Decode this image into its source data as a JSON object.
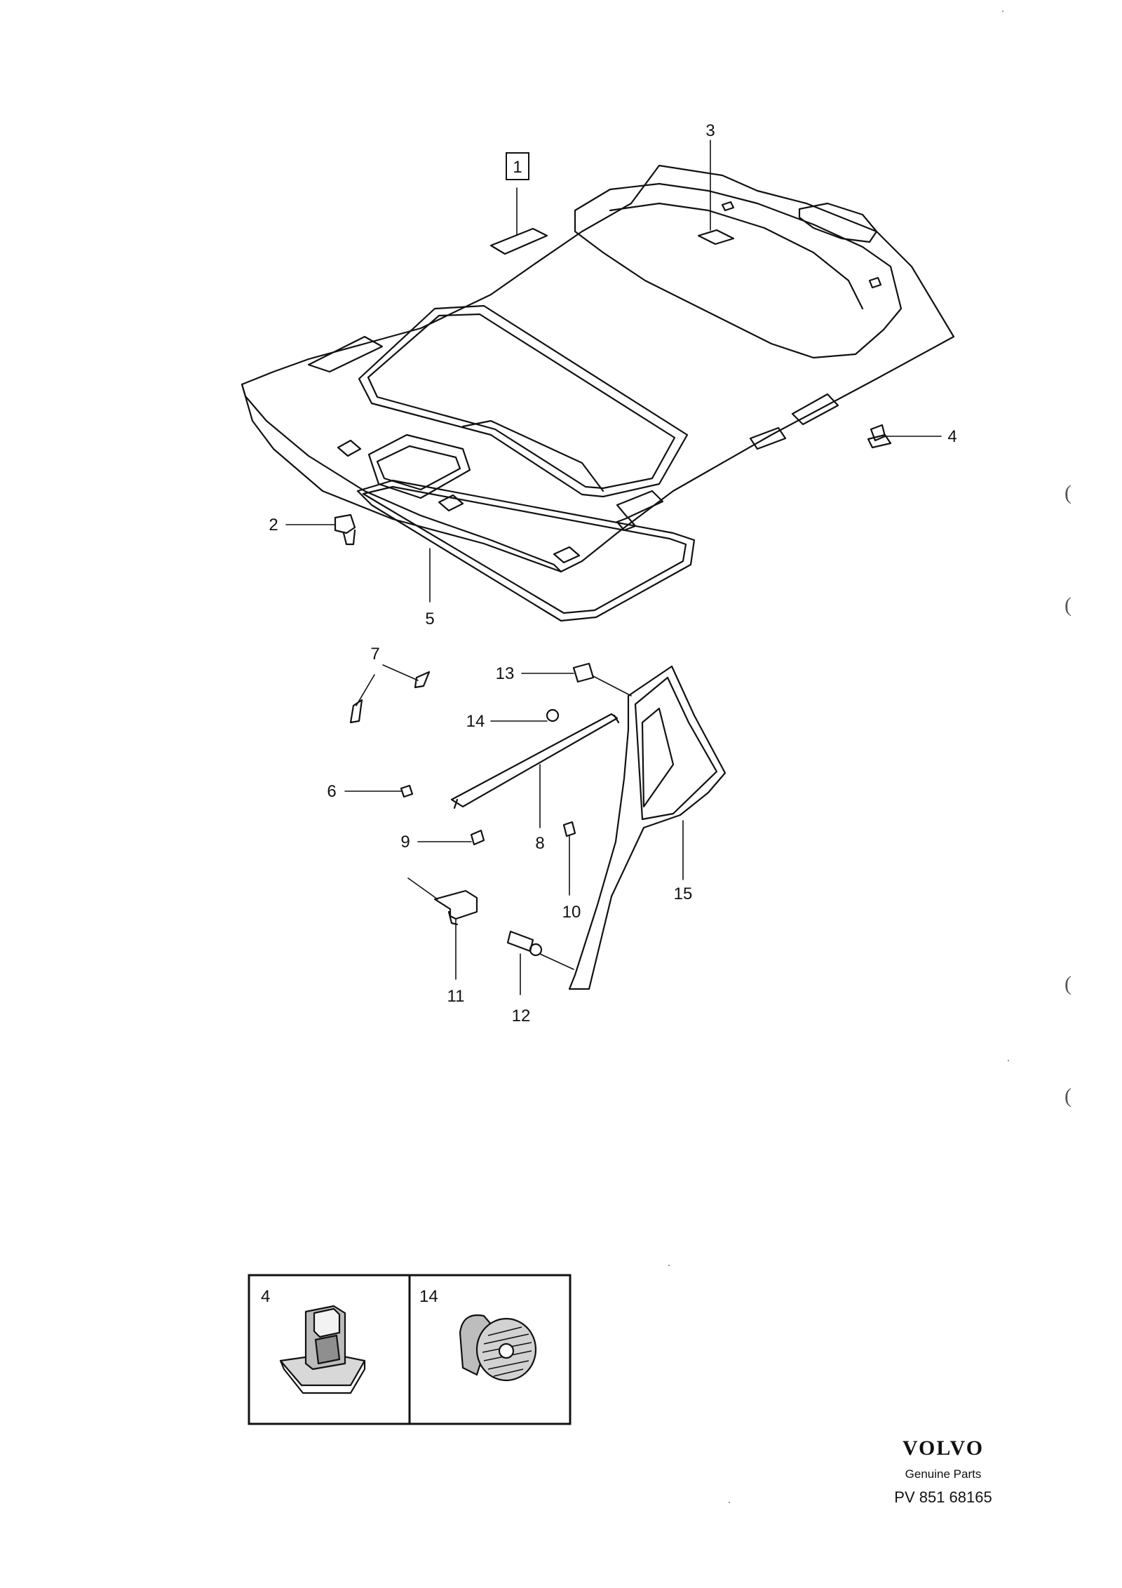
{
  "diagram": {
    "callouts": [
      {
        "id": "1",
        "boxed": true
      },
      {
        "id": "2"
      },
      {
        "id": "3"
      },
      {
        "id": "4"
      },
      {
        "id": "5"
      },
      {
        "id": "6"
      },
      {
        "id": "7"
      },
      {
        "id": "8"
      },
      {
        "id": "9"
      },
      {
        "id": "10"
      },
      {
        "id": "11"
      },
      {
        "id": "12"
      },
      {
        "id": "13"
      },
      {
        "id": "14"
      },
      {
        "id": "15"
      }
    ],
    "inset": {
      "left_label": "4",
      "right_label": "14"
    }
  },
  "brand": {
    "logo": "VOLVO",
    "subtitle": "Genuine Parts",
    "code": "PV 851 68165"
  },
  "margin_marks": [
    "(",
    "(",
    "(",
    "("
  ]
}
